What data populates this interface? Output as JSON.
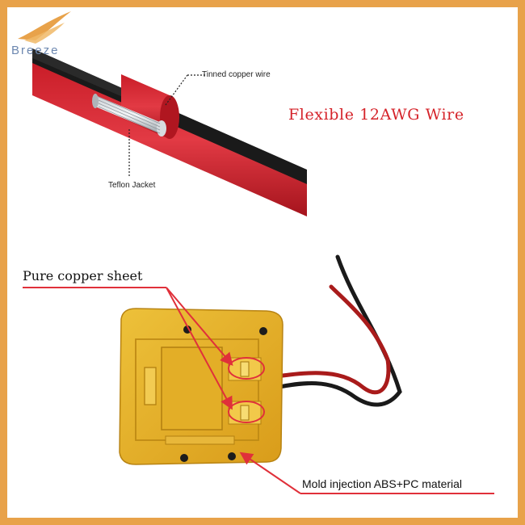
{
  "brand": {
    "name": "Breeze",
    "logo_icon": "wing-icon",
    "color": "#6d88b0"
  },
  "frame_color": "#e8a24a",
  "wire_section": {
    "title": "Flexible 12AWG Wire",
    "title_color": "#d5232a",
    "label_tinned": "Tinned copper wire",
    "label_jacket": "Teflon Jacket"
  },
  "adapter_section": {
    "label_copper": "Pure copper sheet",
    "label_mold": "Mold injection ABS+PC material",
    "arrow_color": "#e0303a",
    "body_color": "#e7b42a"
  }
}
